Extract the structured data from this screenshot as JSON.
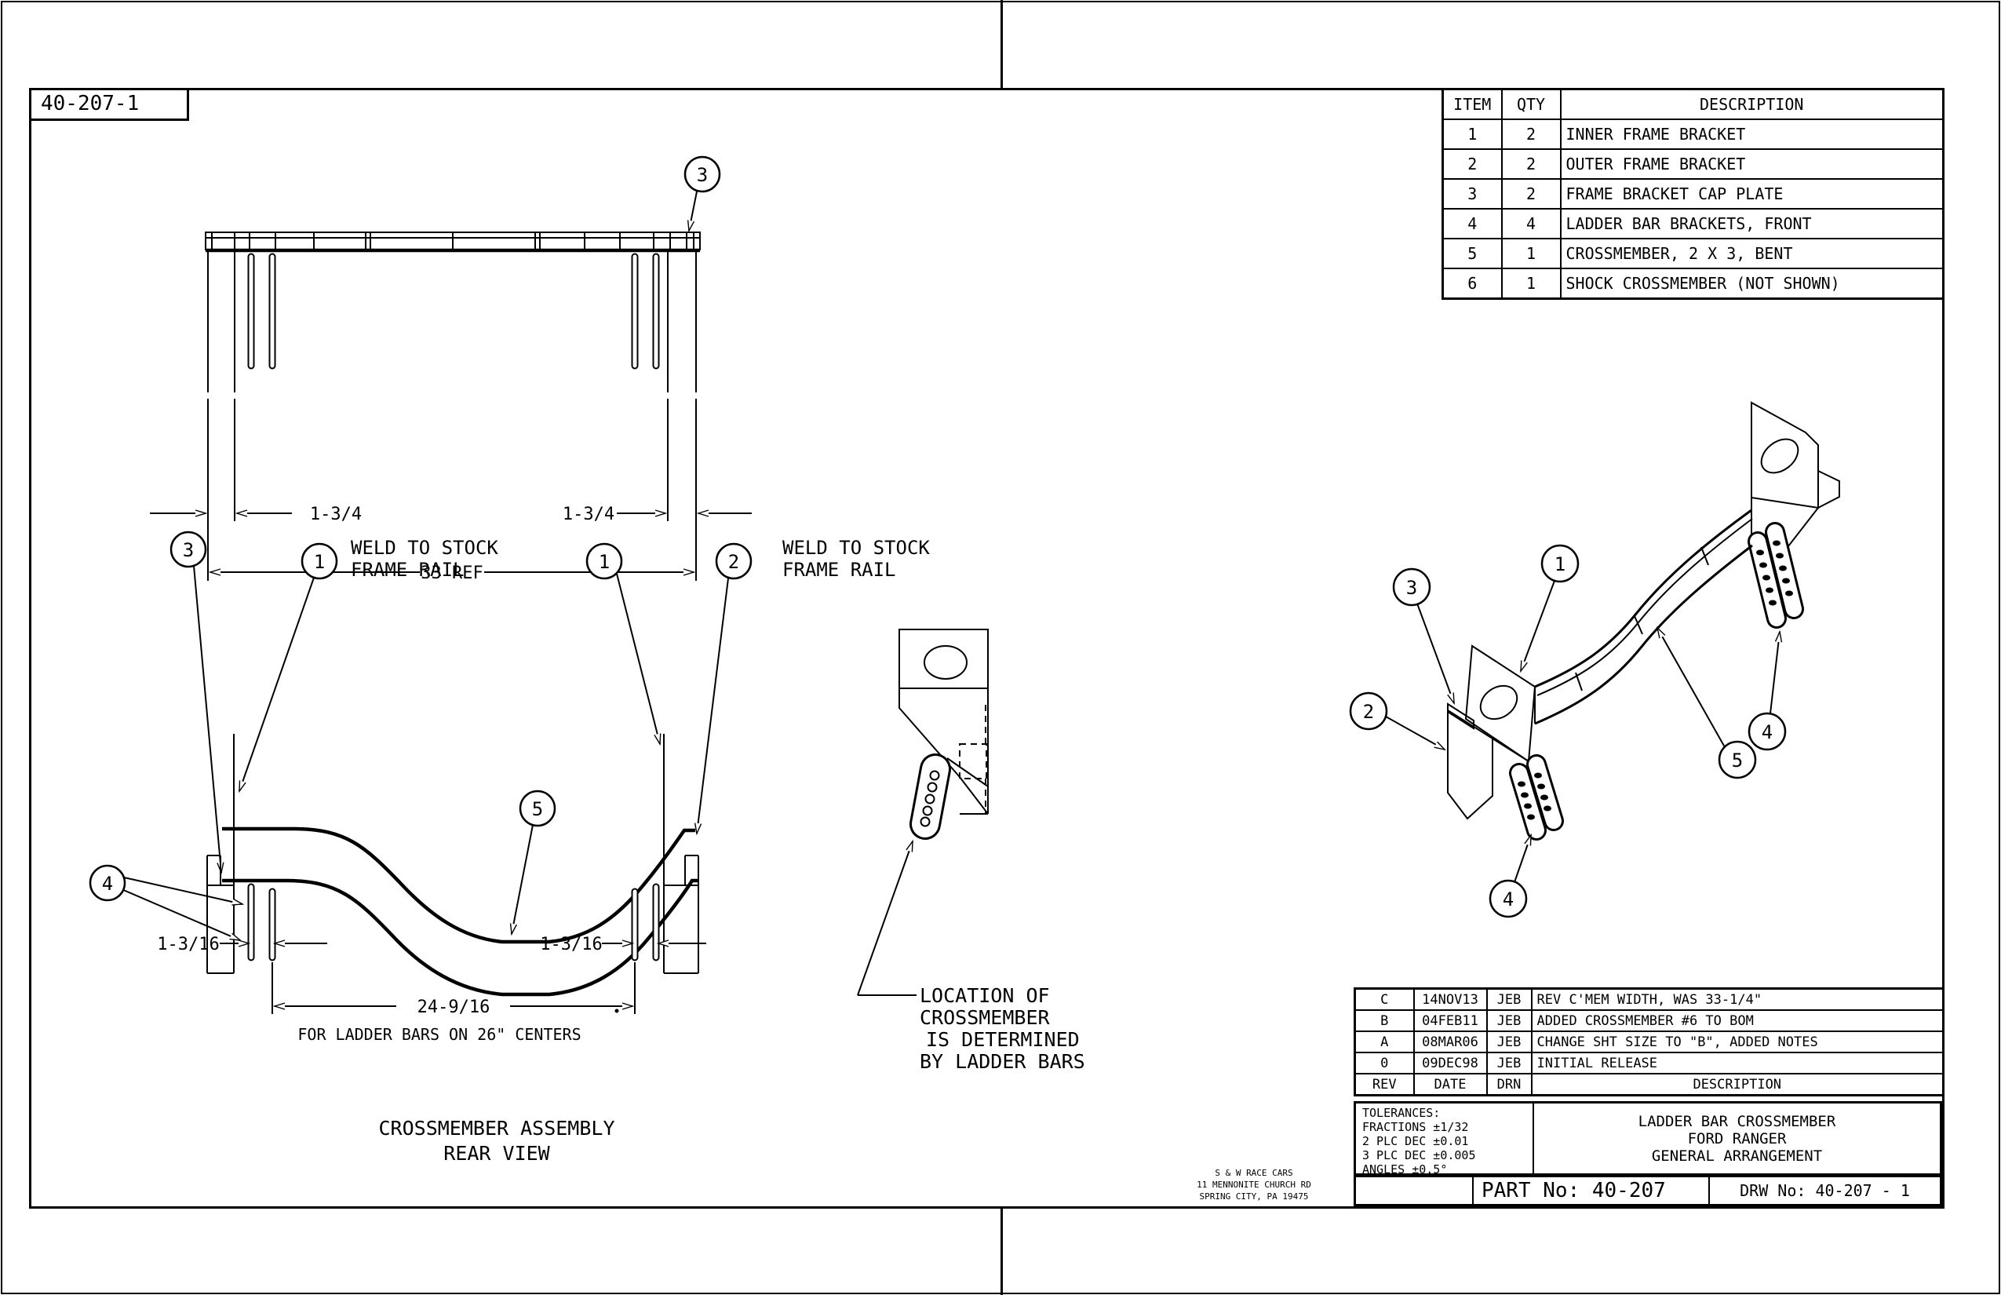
{
  "sheet": {
    "part_label": "40-207-1",
    "part_no": "PART No: 40-207",
    "drw_no": "DRW No: 40-207 - 1"
  },
  "company": {
    "line1": "S & W RACE CARS",
    "line2": "11 MENNONITE CHURCH RD",
    "line3": "SPRING CITY, PA 19475"
  },
  "bom": {
    "headers": {
      "item": "ITEM",
      "qty": "QTY",
      "description": "DESCRIPTION"
    },
    "rows": [
      {
        "item": "1",
        "qty": "2",
        "description": "INNER FRAME BRACKET"
      },
      {
        "item": "2",
        "qty": "2",
        "description": "OUTER FRAME BRACKET"
      },
      {
        "item": "3",
        "qty": "2",
        "description": "FRAME BRACKET CAP PLATE"
      },
      {
        "item": "4",
        "qty": "4",
        "description": "LADDER BAR BRACKETS, FRONT"
      },
      {
        "item": "5",
        "qty": "1",
        "description": "CROSSMEMBER, 2 X 3, BENT"
      },
      {
        "item": "6",
        "qty": "1",
        "description": "SHOCK CROSSMEMBER (NOT SHOWN)"
      }
    ]
  },
  "revisions": {
    "headers": {
      "rev": "REV",
      "date": "DATE",
      "drn": "DRN",
      "description": "DESCRIPTION"
    },
    "rows": [
      {
        "rev": "C",
        "date": "14NOV13",
        "drn": "JEB",
        "description": "REV C'MEM WIDTH, WAS 33-1/4\""
      },
      {
        "rev": "B",
        "date": "04FEB11",
        "drn": "JEB",
        "description": "ADDED CROSSMEMBER #6 TO BOM"
      },
      {
        "rev": "A",
        "date": "08MAR06",
        "drn": "JEB",
        "description": "CHANGE SHT SIZE TO \"B\", ADDED NOTES"
      },
      {
        "rev": "0",
        "date": "09DEC98",
        "drn": "JEB",
        "description": "INITIAL RELEASE"
      }
    ]
  },
  "tolerances": {
    "line1": "TOLERANCES:",
    "line2": "FRACTIONS ±1/32",
    "line3": "2 PLC DEC ±0.01",
    "line4": "3 PLC DEC ±0.005",
    "line5": "ANGLES ±0.5°"
  },
  "title_block": {
    "line1": "LADDER BAR CROSSMEMBER",
    "line2": "FORD RANGER",
    "line3": "GENERAL ARRANGEMENT"
  },
  "balloons": {
    "b1": "1",
    "b2": "2",
    "b3": "3",
    "b4": "4",
    "b5": "5"
  },
  "top_view": {
    "dim_left": "1-3/4",
    "dim_right": "1-3/4",
    "dim_overall": "33 REF"
  },
  "rear_view": {
    "weld_note_line1": "WELD TO STOCK",
    "weld_note_line2": "FRAME RAIL",
    "dim_left": "1-3/16",
    "dim_right": "1-3/16",
    "dim_center": "24-9/16",
    "dim_note": "FOR LADDER BARS ON 26\" CENTERS",
    "caption_line1": "CROSSMEMBER ASSEMBLY",
    "caption_line2": "REAR VIEW"
  },
  "detail_view": {
    "note_line1": "LOCATION OF",
    "note_line2": "CROSSMEMBER",
    "note_line3": "IS DETERMINED",
    "note_line4": "BY LADDER BARS"
  }
}
